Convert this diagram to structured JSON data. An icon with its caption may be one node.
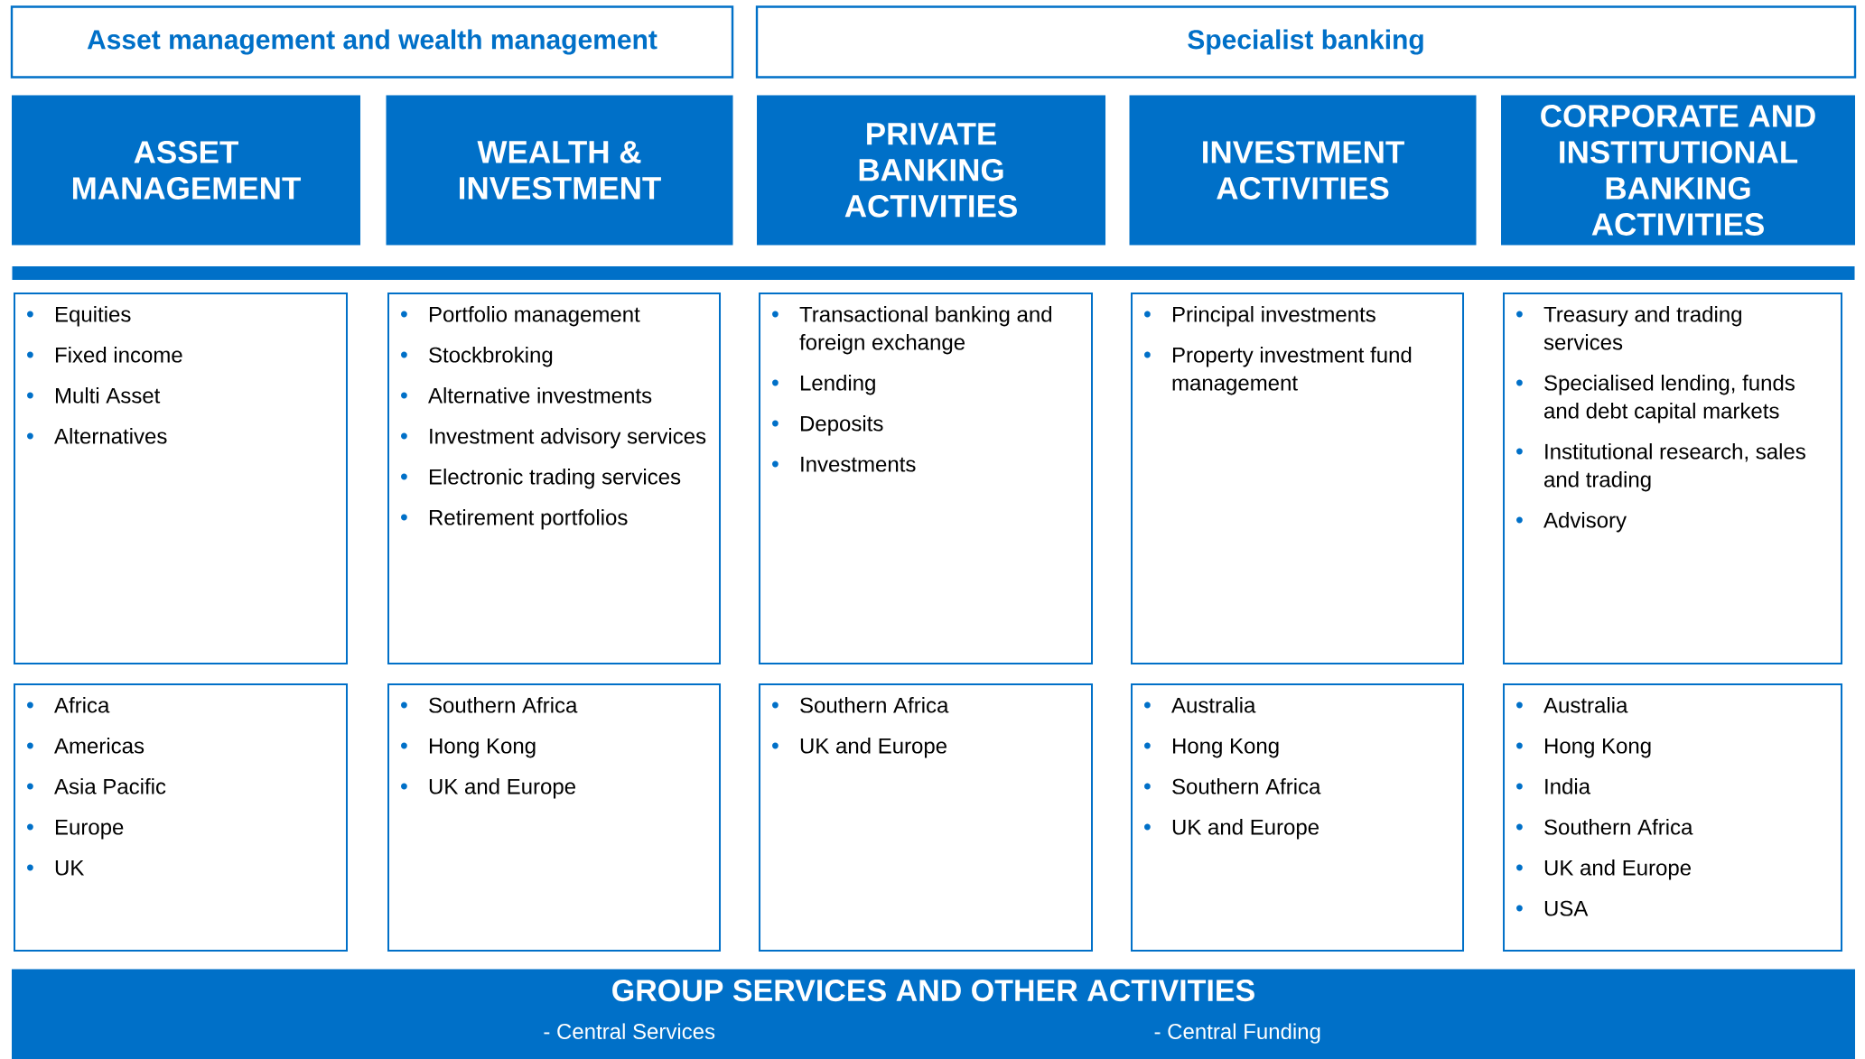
{
  "diagram": {
    "nodes": [
      {
        "text": [
          "Asset management and wealth management"
        ]
      },
      {
        "text": [
          "Specialist banking"
        ]
      },
      {
        "text": [
          "ASSET MANAGEMENT"
        ]
      },
      {
        "text": [
          "WEALTH & INVESTMENT"
        ]
      },
      {
        "text": [
          "PRIVATE BANKING ACTIVITIES"
        ]
      },
      {
        "text": [
          "INVESTMENT ACTIVITIES"
        ]
      },
      {
        "text": [
          "CORPORATE AND INSTITUTIONAL BANKING ACTIVITIES"
        ]
      },
      {
        "text": [],
        "shape": "bar"
      },
      {
        "text": [
          "Equities",
          "Fixed income",
          "Multi Asset",
          "Alternatives"
        ]
      },
      {
        "text": [
          "Portfolio management",
          "Stockbroking",
          "Alternative investments",
          "Investment advisory services",
          "Electronic trading services",
          "Retirement portfolios"
        ]
      },
      {
        "text": [
          "Transactional banking and foreign exchange",
          "Lending",
          "Deposits",
          "Investments"
        ]
      },
      {
        "text": [
          "Principal investments",
          "Property investment fund management"
        ]
      },
      {
        "text": [
          "Treasury and trading services",
          "Specialised lending, funds and debt capital markets",
          "Institutional research, sales and trading",
          "Advisory"
        ]
      },
      {
        "text": [
          "Africa",
          "Americas",
          "Asia Pacific",
          "Europe",
          "UK"
        ]
      },
      {
        "text": [
          "Southern Africa",
          "Hong Kong",
          "UK and Europe"
        ]
      },
      {
        "text": [
          "Southern Africa",
          "UK and Europe"
        ]
      },
      {
        "text": [
          "Australia",
          "Hong Kong",
          "Southern Africa",
          "UK and Europe"
        ]
      },
      {
        "text": [
          "Australia",
          "Hong Kong",
          "India",
          "Southern Africa",
          "UK and Europe",
          "USA"
        ]
      },
      {
        "text": [
          "GROUP SERVICES AND OTHER ACTIVITIES",
          "- Central Services",
          "- Central Funding"
        ]
      }
    ],
    "edges": []
  }
}
